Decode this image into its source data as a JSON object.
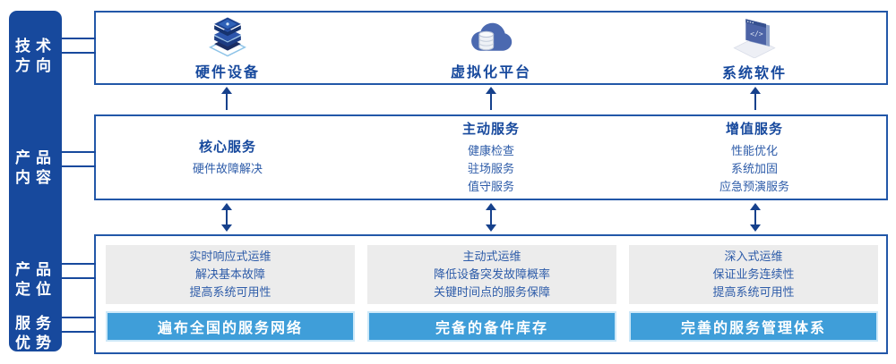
{
  "sidebar": {
    "items": [
      {
        "id": "tech-direction",
        "label": "技术方向"
      },
      {
        "id": "product-content",
        "label": "产品内容"
      },
      {
        "id": "product-position",
        "label": "产品定位"
      },
      {
        "id": "service-advantage",
        "label": "服务优势"
      }
    ]
  },
  "tech_row": {
    "columns": [
      {
        "icon": "server-stack-icon",
        "label": "硬件设备"
      },
      {
        "icon": "cloud-database-icon",
        "label": "虚拟化平台"
      },
      {
        "icon": "code-window-icon",
        "label": "系统软件"
      }
    ]
  },
  "content_row": {
    "columns": [
      {
        "title": "核心服务",
        "items": [
          "硬件故障解决"
        ]
      },
      {
        "title": "主动服务",
        "items": [
          "健康检查",
          "驻场服务",
          "值守服务"
        ]
      },
      {
        "title": "增值服务",
        "items": [
          "性能优化",
          "系统加固",
          "应急预演服务"
        ]
      }
    ]
  },
  "positioning_row": {
    "columns": [
      {
        "points": [
          "实时响应式运维",
          "解决基本故障",
          "提高系统可用性"
        ],
        "advantage": "遍布全国的服务网络"
      },
      {
        "points": [
          "主动式运维",
          "降低设备突发故障概率",
          "关键时间点的服务保障"
        ],
        "advantage": "完备的备件库存"
      },
      {
        "points": [
          "深入式运维",
          "保证业务连续性",
          "提高系统可用性"
        ],
        "advantage": "完善的服务管理体系"
      }
    ]
  },
  "colors": {
    "sidebar_blue": "#17499d",
    "panel_border_blue": "#2257a8",
    "title_blue": "#17499d",
    "body_text_blue": "#2e5ca9",
    "advantage_bar_blue": "#3f9ed9",
    "gray_panel": "#ececec",
    "arrow_navy": "#16418c"
  }
}
